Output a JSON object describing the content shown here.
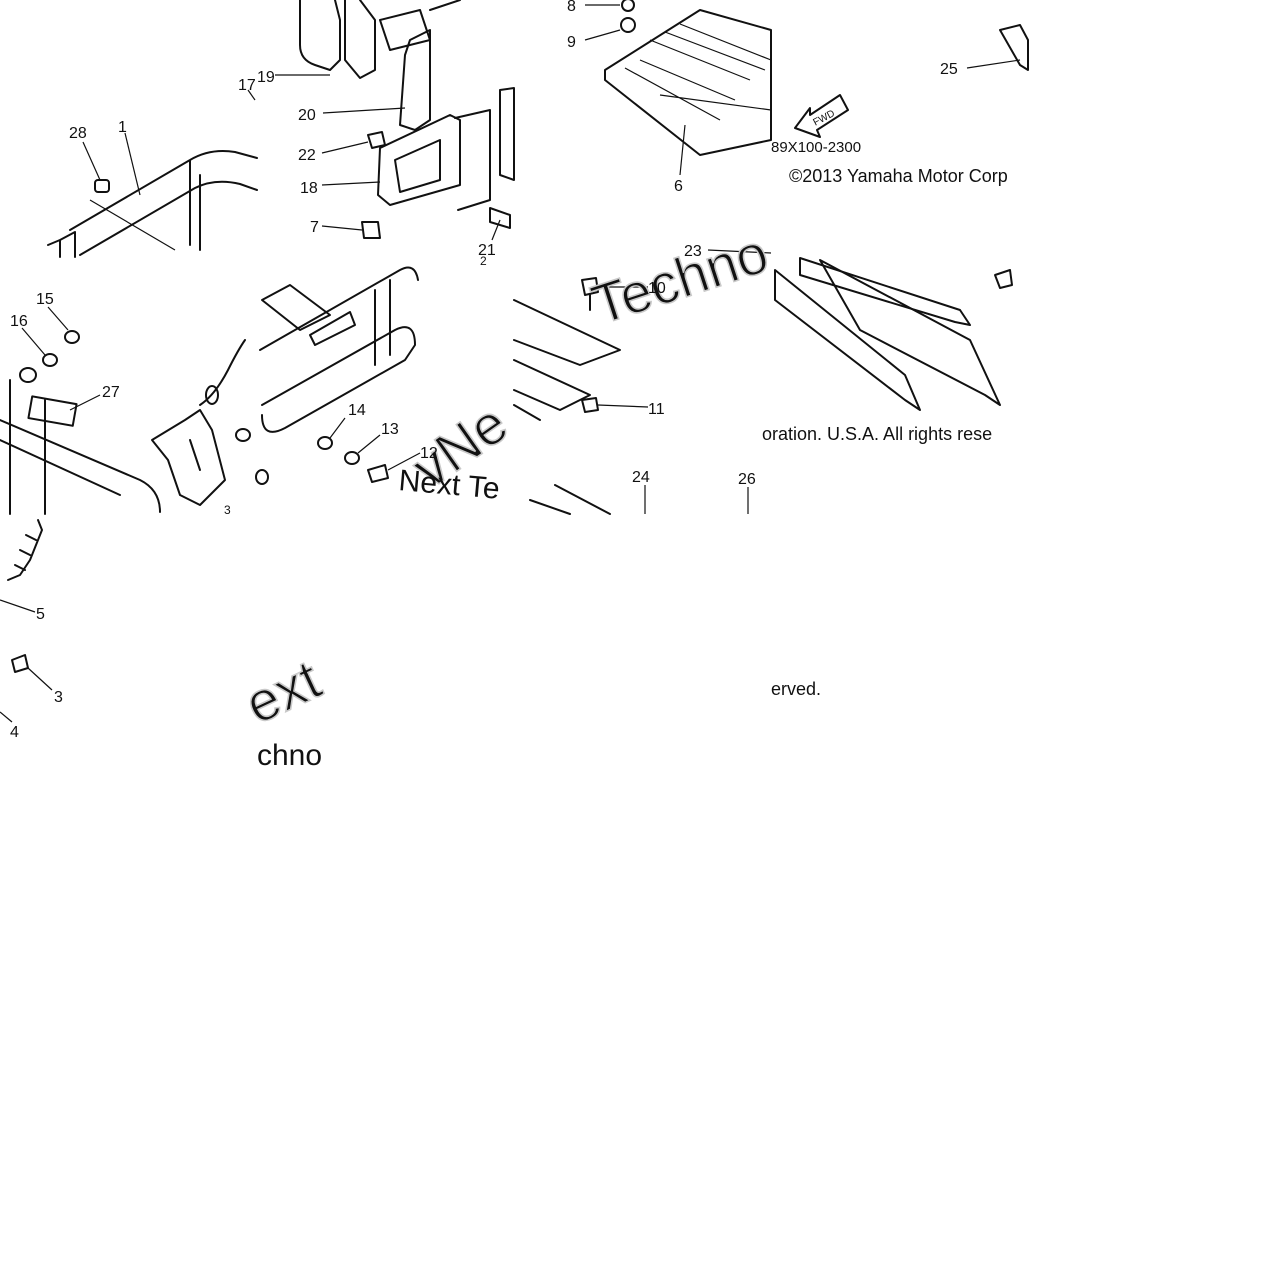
{
  "diagram": {
    "callouts": [
      {
        "id": "c28",
        "text": "28"
      },
      {
        "id": "c1",
        "text": "1"
      },
      {
        "id": "c17",
        "text": "17"
      },
      {
        "id": "c19",
        "text": "19"
      },
      {
        "id": "c20",
        "text": "20"
      },
      {
        "id": "c22",
        "text": "22"
      },
      {
        "id": "c18",
        "text": "18"
      },
      {
        "id": "c7",
        "text": "7"
      },
      {
        "id": "c21",
        "text": "21"
      },
      {
        "id": "c2a",
        "text": "2"
      },
      {
        "id": "c8",
        "text": "8"
      },
      {
        "id": "c9",
        "text": "9"
      },
      {
        "id": "c6",
        "text": "6"
      },
      {
        "id": "c25",
        "text": "25"
      },
      {
        "id": "c23",
        "text": "23"
      },
      {
        "id": "c10",
        "text": "10"
      },
      {
        "id": "c11",
        "text": "11"
      },
      {
        "id": "c24",
        "text": "24"
      },
      {
        "id": "c26",
        "text": "26"
      },
      {
        "id": "c15",
        "text": "15"
      },
      {
        "id": "c16",
        "text": "16"
      },
      {
        "id": "c27",
        "text": "27"
      },
      {
        "id": "c14",
        "text": "14"
      },
      {
        "id": "c13",
        "text": "13"
      },
      {
        "id": "c12",
        "text": "12"
      },
      {
        "id": "c3b",
        "text": "3"
      },
      {
        "id": "c5",
        "text": "5"
      },
      {
        "id": "c3",
        "text": "3"
      },
      {
        "id": "c4",
        "text": "4"
      }
    ],
    "fwd_label": "FWD",
    "part_code": "89X100-2300",
    "copyright_line1": "©2013 Yamaha Motor Corp",
    "copyright_line2": "oration. U.S.A. All rights rese",
    "copyright_line3": "erved.",
    "watermarks": {
      "w1": "Techno",
      "w2": "vNe",
      "w3": "Next Te",
      "w4": "ext",
      "w5": "chno"
    }
  }
}
